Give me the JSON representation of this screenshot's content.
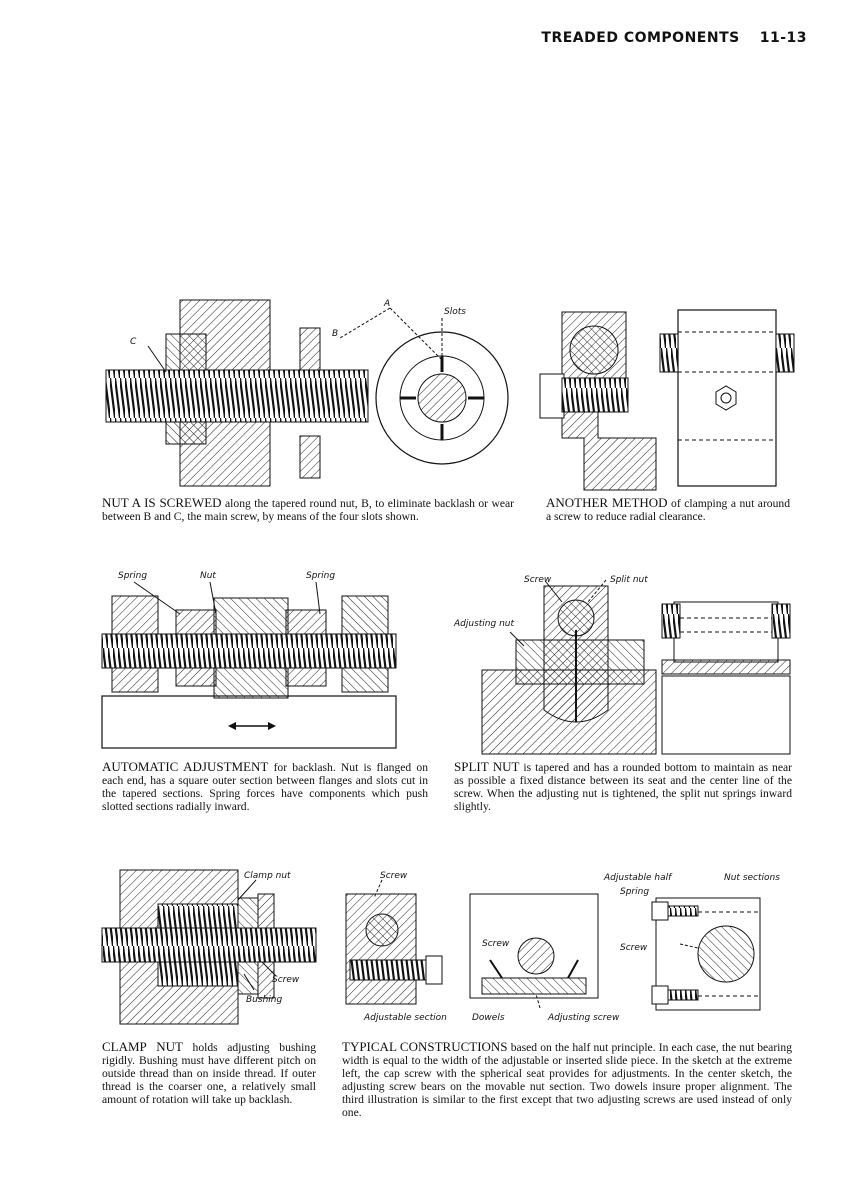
{
  "header": {
    "title": "TREADED COMPONENTS",
    "page": "11-13"
  },
  "figures": {
    "tapered_nut": {
      "labels": {
        "a": "A",
        "b": "B",
        "c": "C",
        "slots": "Slots"
      },
      "caption": {
        "lead": "NUT A IS SCREWED",
        "text": " along the tapered round nut, B, to eliminate backlash or wear between B and C, the main screw, by means of the four slots shown."
      }
    },
    "clamping_nut": {
      "caption": {
        "lead": "ANOTHER METHOD",
        "text": " of clamping a nut around a screw to reduce radial clearance."
      }
    },
    "automatic_adjustment": {
      "labels": {
        "spring_left": "Spring",
        "nut": "Nut",
        "spring_right": "Spring"
      },
      "caption": {
        "lead": "AUTOMATIC ADJUSTMENT",
        "text": " for backlash. Nut is flanged on each end, has a square outer section between flanges and slots cut in the tapered sections. Spring forces have components which push slotted sections radially inward."
      }
    },
    "split_nut": {
      "labels": {
        "screw": "Screw",
        "split_nut": "Split nut",
        "adjusting_nut": "Adjusting nut"
      },
      "caption": {
        "lead": "SPLIT NUT",
        "text": " is tapered and has a rounded bottom to maintain as near as possible a fixed distance between its seat and the center line of the screw. When the adjusting nut is tightened, the split nut springs inward slightly."
      }
    },
    "clamp_nut": {
      "labels": {
        "clamp_nut": "Clamp nut",
        "screw": "Screw",
        "bushing": "Bushing"
      },
      "caption": {
        "lead": "CLAMP NUT",
        "text": " holds adjusting bushing rigidly. Bushing must have different pitch on outside thread than on inside thread. If outer thread is the coarser one, a relatively small amount of rotation will take up backlash."
      }
    },
    "typical_constructions": {
      "labels": {
        "screw_top": "Screw",
        "screw_center": "Screw",
        "adjustable_section": "Adjustable section",
        "dowels": "Dowels",
        "adjusting_screw": "Adjusting screw",
        "adjustable_half": "Adjustable half",
        "nut_sections": "Nut sections",
        "spring": "Spring",
        "screw_right": "Screw"
      },
      "caption": {
        "lead": "TYPICAL CONSTRUCTIONS",
        "text": " based on the half nut principle. In each case, the nut bearing width is equal to the width of the adjustable or inserted slide piece. In the sketch at the extreme left, the cap screw with the spherical seat provides for adjustments. In the center sketch, the adjusting screw bears on the movable nut section. Two dowels insure proper alignment. The third illustration is similar to the first except that two adjusting screws are used instead of only one."
      }
    }
  }
}
